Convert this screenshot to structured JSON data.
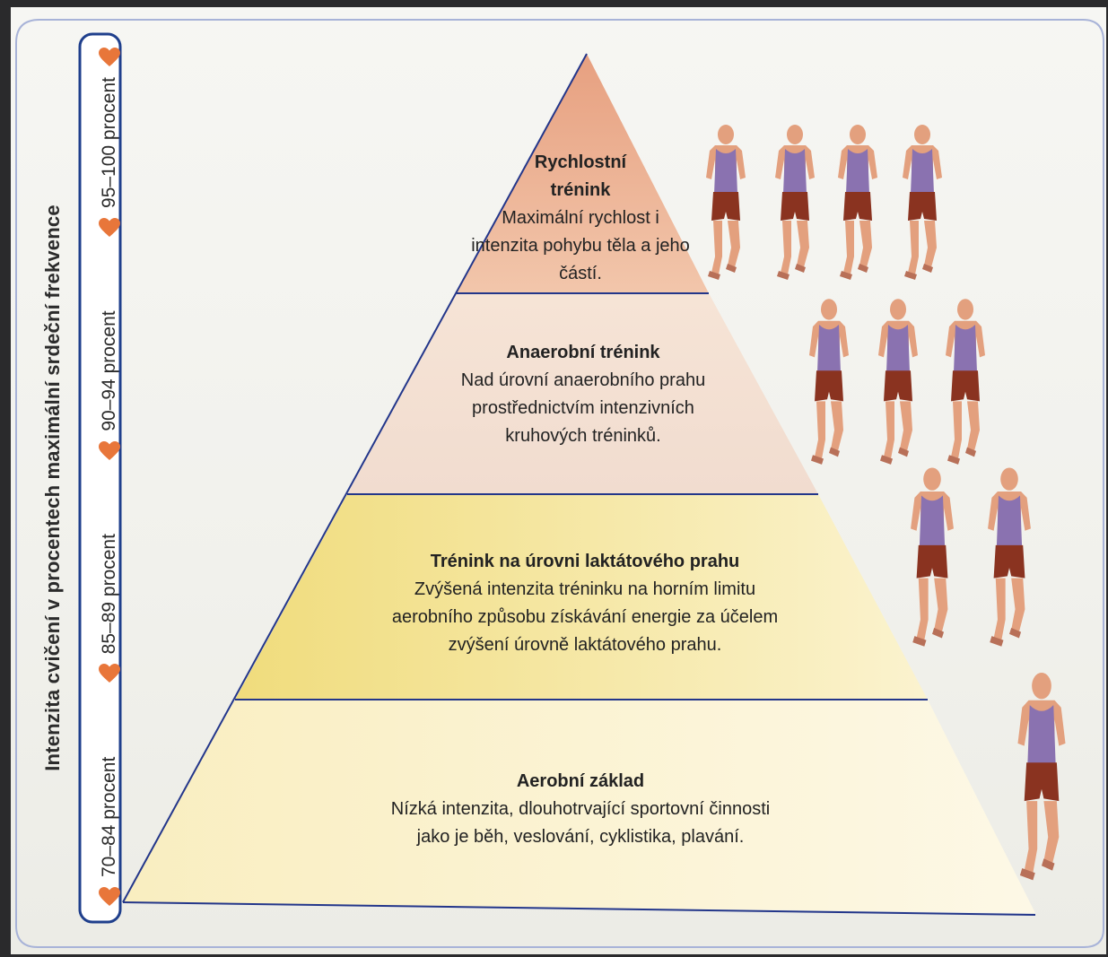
{
  "side_title": "Intenzita cvičení v procentech maximální srdeční frekvence",
  "scale": [
    {
      "label": "70–84 procent"
    },
    {
      "label": "85–89 procent"
    },
    {
      "label": "90–94 procent"
    },
    {
      "label": "95–100 procent"
    }
  ],
  "levels": [
    {
      "title": "Rychlostní trénink",
      "desc": "Maximální rychlost i intenzita pohybu těla a jeho částí.",
      "runners": 4
    },
    {
      "title": "Anaerobní trénink",
      "desc": "Nad úrovní anaerobního prahu prostřednictvím intenzivních kruhových tréninků.",
      "runners": 3
    },
    {
      "title": "Trénink na úrovni laktátového prahu",
      "desc": "Zvýšená intenzita tréninku na horním limitu aerobního způsobu získávání energie za účelem zvýšení úrovně laktátového prahu.",
      "runners": 2
    },
    {
      "title": "Aerobní základ",
      "desc": "Nízká intenzita, dlouhotrvající sportovní činnosti jako je běh, veslování, cyklistika, plavání.",
      "runners": 1
    }
  ],
  "colors": {
    "heart": "#e8763a",
    "frame": "#1f3f8c",
    "top_band": "#e7a585",
    "second_band": "#f1ded0",
    "third_band": "#f4e493",
    "bottom_band": "#fbf2c9",
    "separator": "#23368a",
    "shirt": "#8a72b0",
    "shorts": "#8a3320",
    "skin": "#e3a07e"
  },
  "icons": [
    "heart-icon",
    "runner-figure"
  ]
}
